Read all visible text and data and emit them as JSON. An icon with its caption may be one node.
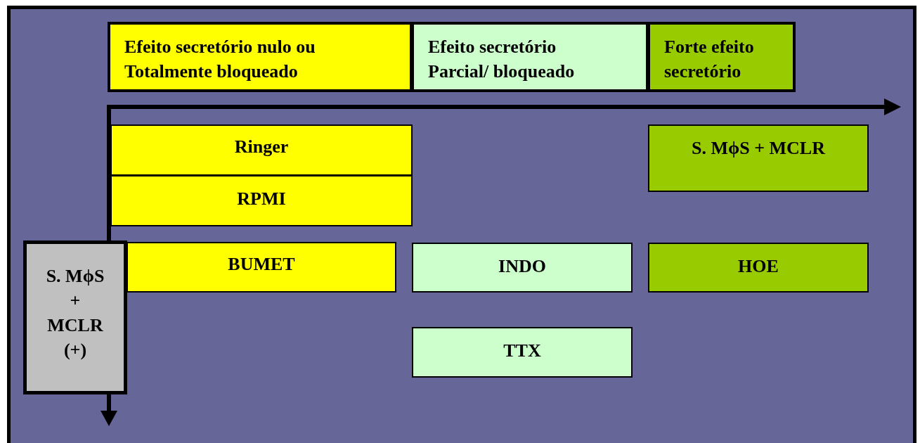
{
  "diagram": {
    "nodes": [
      {
        "text": [
          "Efeito secretório nulo ou Totalmente bloqueado"
        ]
      },
      {
        "text": [
          "Efeito secretório Parcial/ bloqueado"
        ]
      },
      {
        "text": [
          "Forte efeito secretório"
        ]
      },
      {
        "text": [
          "Ringer"
        ]
      },
      {
        "text": [
          "S. MϕS + MCLR"
        ]
      },
      {
        "text": [
          "RPMI"
        ]
      },
      {
        "text": [
          "S. MϕS + MCLR (+)"
        ]
      },
      {
        "text": [
          "BUMET"
        ]
      },
      {
        "text": [
          "INDO"
        ]
      },
      {
        "text": [
          "HOE"
        ]
      },
      {
        "text": [
          "TTX"
        ]
      }
    ]
  }
}
